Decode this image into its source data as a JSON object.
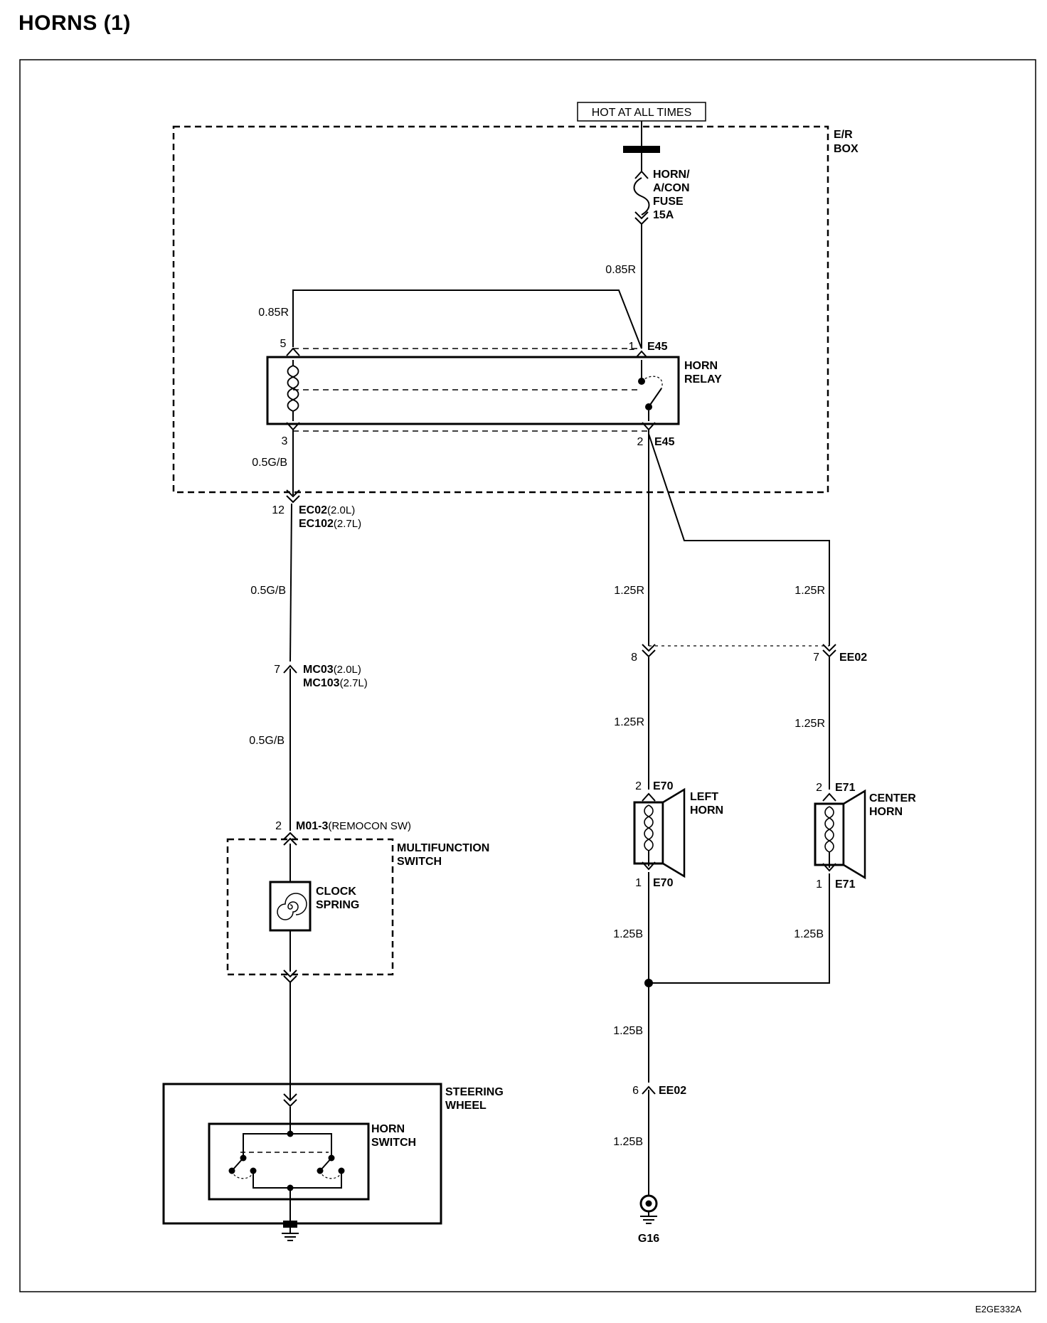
{
  "title": "HORNS (1)",
  "figure_code": "E2GE332A",
  "power": {
    "label": "HOT AT ALL TIMES"
  },
  "er_box": {
    "line1": "E/R",
    "line2": "BOX"
  },
  "fuse": {
    "line1": "HORN/",
    "line2": "A/CON",
    "line3": "FUSE",
    "line4": "15A"
  },
  "relay": {
    "line1": "HORN",
    "line2": "RELAY",
    "pin_top_left": "5",
    "pin_top_right": "1",
    "pin_bottom_left": "3",
    "pin_bottom_right": "2",
    "connector_top": "E45",
    "connector_bottom": "E45"
  },
  "wires": {
    "feed": "0.85R",
    "relay_loop": "0.85R",
    "gb_1": "0.5G/B",
    "gb_2": "0.5G/B",
    "gb_3": "0.5G/B",
    "r_left_1": "1.25R",
    "r_right_1": "1.25R",
    "r_left_2": "1.25R",
    "r_right_2": "1.25R",
    "b_left": "1.25B",
    "b_right": "1.25B",
    "b_main_1": "1.25B",
    "b_main_2": "1.25B"
  },
  "connectors": {
    "ec02": {
      "pin": "12",
      "name": "EC02",
      "note": "(2.0L)",
      "name2": "EC102",
      "note2": "(2.7L)"
    },
    "mc03": {
      "pin": "7",
      "name": "MC03",
      "note": "(2.0L)",
      "name2": "MC103",
      "note2": "(2.7L)"
    },
    "m01": {
      "pin": "2",
      "name": "M01-3",
      "note": "(REMOCON SW)"
    },
    "ee02_top": {
      "pin_left": "8",
      "pin_right": "7",
      "name": "EE02"
    },
    "ee02_bottom": {
      "pin": "6",
      "name": "EE02"
    }
  },
  "multifunction_switch": {
    "line1": "MULTIFUNCTION",
    "line2": "SWITCH"
  },
  "clock_spring": {
    "line1": "CLOCK",
    "line2": "SPRING"
  },
  "steering_wheel": {
    "line1": "STEERING",
    "line2": "WHEEL"
  },
  "horn_switch": {
    "line1": "HORN",
    "line2": "SWITCH"
  },
  "left_horn": {
    "line1": "LEFT",
    "line2": "HORN",
    "pin_top": "2",
    "pin_bottom": "1",
    "connector": "E70"
  },
  "center_horn": {
    "line1": "CENTER",
    "line2": "HORN",
    "pin_top": "2",
    "pin_bottom": "1",
    "connector": "E71"
  },
  "ground": {
    "label": "G16"
  }
}
